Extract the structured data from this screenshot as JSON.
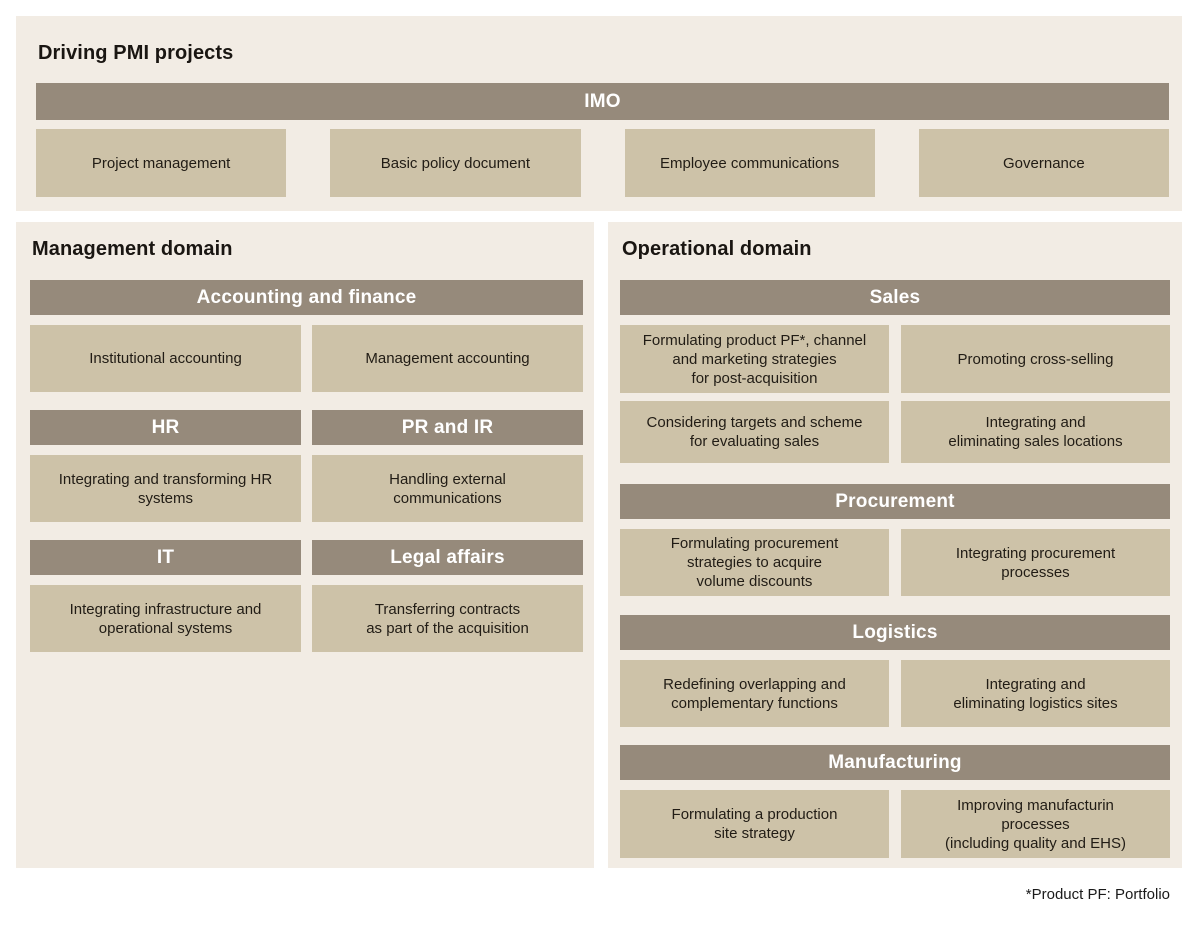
{
  "colors": {
    "page_bg": "#ffffff",
    "panel_bg": "#f2ece4",
    "bar_bg": "#968a7b",
    "bar_text": "#ffffff",
    "box_bg": "#cdc2a8",
    "box_text": "#211c15",
    "title_text": "#1a1612",
    "footnote_text": "#1a1a1a"
  },
  "top_panel": {
    "title": "Driving PMI projects",
    "bar_label": "IMO",
    "boxes": [
      "Project management",
      "Basic policy document",
      "Employee communications",
      "Governance"
    ]
  },
  "management_domain": {
    "title": "Management domain",
    "sections": [
      {
        "header": "Accounting and finance",
        "boxes": [
          "Institutional accounting",
          "Management accounting"
        ]
      },
      {
        "header": "HR",
        "boxes": [
          "Integrating and transforming HR\nsystems"
        ]
      },
      {
        "header": "PR and IR",
        "boxes": [
          "Handling external\ncommunications"
        ]
      },
      {
        "header": "IT",
        "boxes": [
          "Integrating infrastructure and\noperational systems"
        ]
      },
      {
        "header": "Legal affairs",
        "boxes": [
          "Transferring contracts\nas part of the acquisition"
        ]
      }
    ]
  },
  "operational_domain": {
    "title": "Operational domain",
    "sections": [
      {
        "header": "Sales",
        "boxes": [
          "Formulating product PF*, channel\nand marketing strategies\nfor post-acquisition",
          "Promoting cross-selling",
          "Considering targets and scheme\nfor evaluating sales",
          "Integrating and\neliminating sales locations"
        ]
      },
      {
        "header": "Procurement",
        "boxes": [
          "Formulating procurement\nstrategies to acquire\nvolume discounts",
          "Integrating procurement\nprocesses"
        ]
      },
      {
        "header": "Logistics",
        "boxes": [
          "Redefining overlapping and\ncomplementary functions",
          "Integrating and\neliminating logistics sites"
        ]
      },
      {
        "header": "Manufacturing",
        "boxes": [
          "Formulating a production\nsite strategy",
          "Improving manufacturin\nprocesses\n(including quality and EHS)"
        ]
      }
    ]
  },
  "footnote": "*Product PF: Portfolio"
}
